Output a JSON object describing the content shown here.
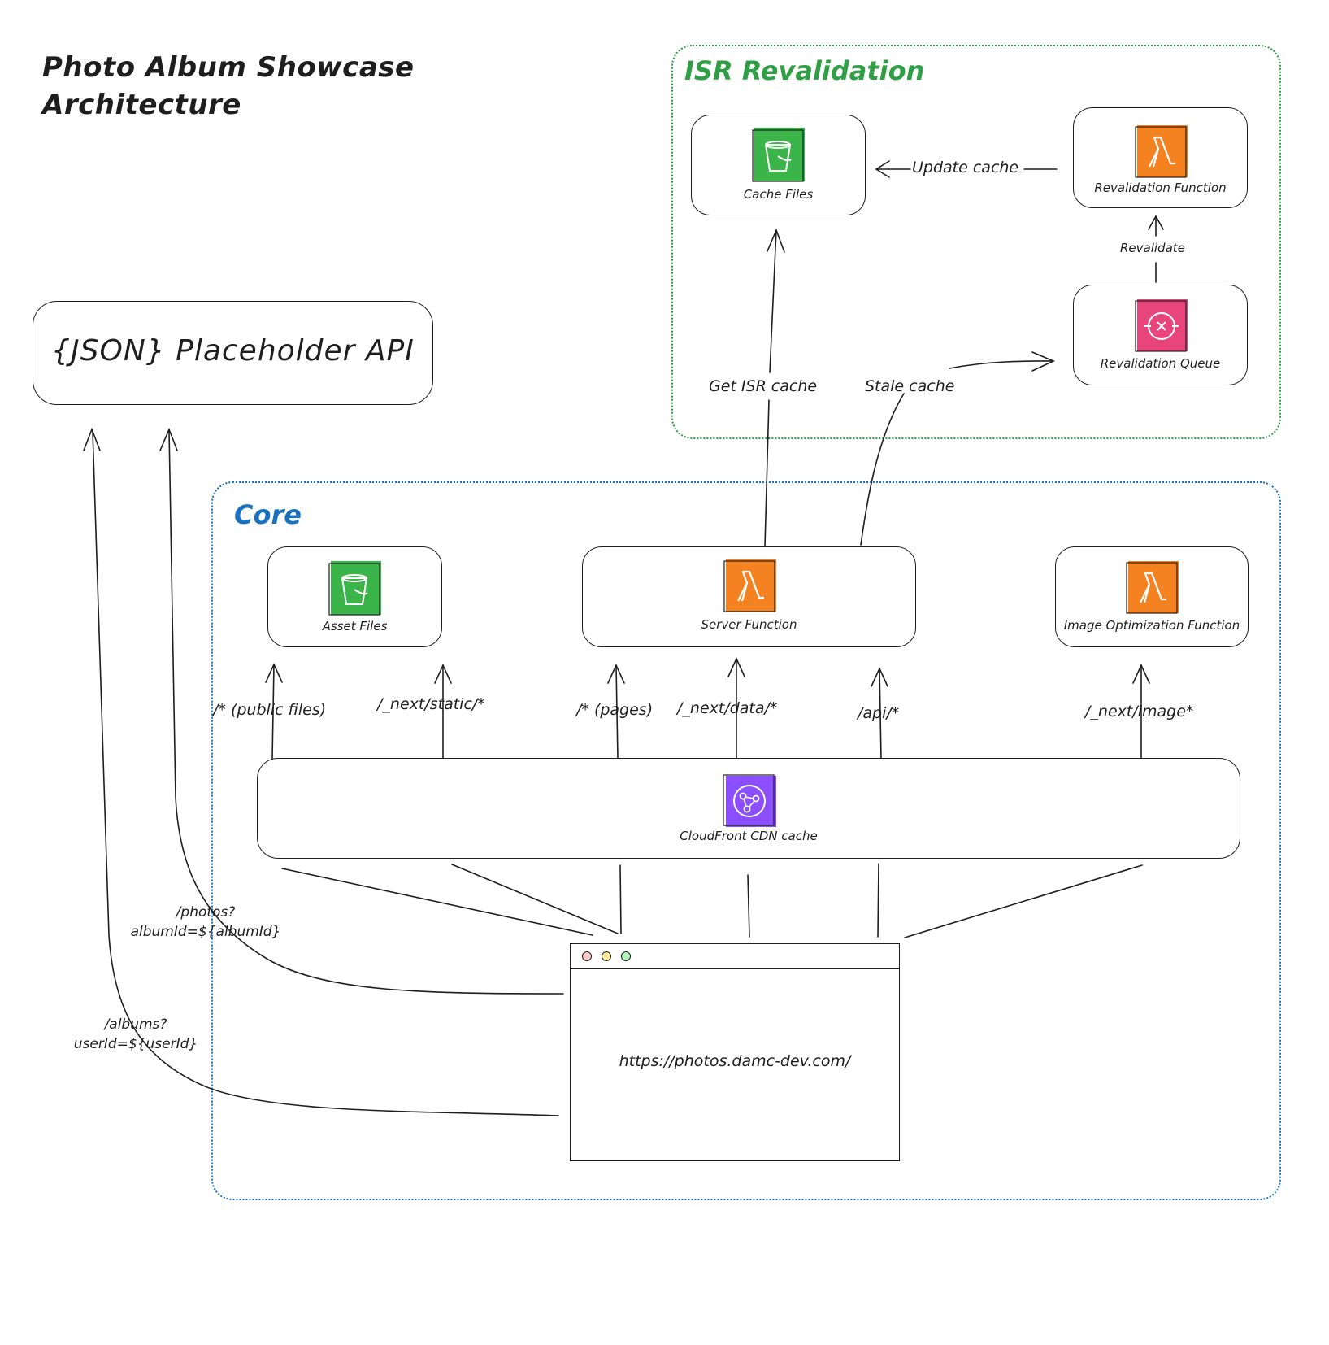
{
  "title": {
    "line1": "Photo Album Showcase",
    "line2": "Architecture"
  },
  "groups": {
    "isr": {
      "label": "ISR Revalidation",
      "color": "#2f9e44"
    },
    "core": {
      "label": "Core",
      "color": "#1971c2"
    }
  },
  "external": {
    "api_label": "{JSON} Placeholder API"
  },
  "nodes": {
    "cache_files": {
      "label": "Cache Files",
      "icon": "s3-bucket-icon"
    },
    "revalidation_function": {
      "label": "Revalidation Function",
      "icon": "lambda-icon"
    },
    "revalidation_queue": {
      "label": "Revalidation Queue",
      "icon": "sqs-queue-icon"
    },
    "asset_files": {
      "label": "Asset Files",
      "icon": "s3-bucket-icon"
    },
    "server_function": {
      "label": "Server Function",
      "icon": "lambda-icon"
    },
    "image_optimization_function": {
      "label": "Image Optimization Function",
      "icon": "lambda-icon"
    },
    "cloudfront": {
      "label": "CloudFront CDN cache",
      "icon": "cloudfront-icon"
    }
  },
  "edges": {
    "update_cache": "Update cache",
    "revalidate": "Revalidate",
    "get_isr_cache": "Get ISR cache",
    "stale_cache": "Stale cache"
  },
  "routes": {
    "public_files": "/* (public files)",
    "next_static": "/_next/static/*",
    "pages": "/* (pages)",
    "next_data": "/_next/data/*",
    "api": "/api/*",
    "next_image": "/_next/image*"
  },
  "api_calls": {
    "photos_line1": "/photos?",
    "photos_line2": "albumId=${albumId}",
    "albums_line1": "/albums?",
    "albums_line2": "userId=${userId}"
  },
  "browser": {
    "url": "https://photos.damc-dev.com/",
    "dot_colors": [
      "#ffc9c9",
      "#ffec99",
      "#b2f2bb"
    ]
  },
  "colors": {
    "s3": "#3bb54a",
    "lambda": "#f58220",
    "sqs": "#e7457b",
    "cloudfront": "#8c4fff"
  }
}
